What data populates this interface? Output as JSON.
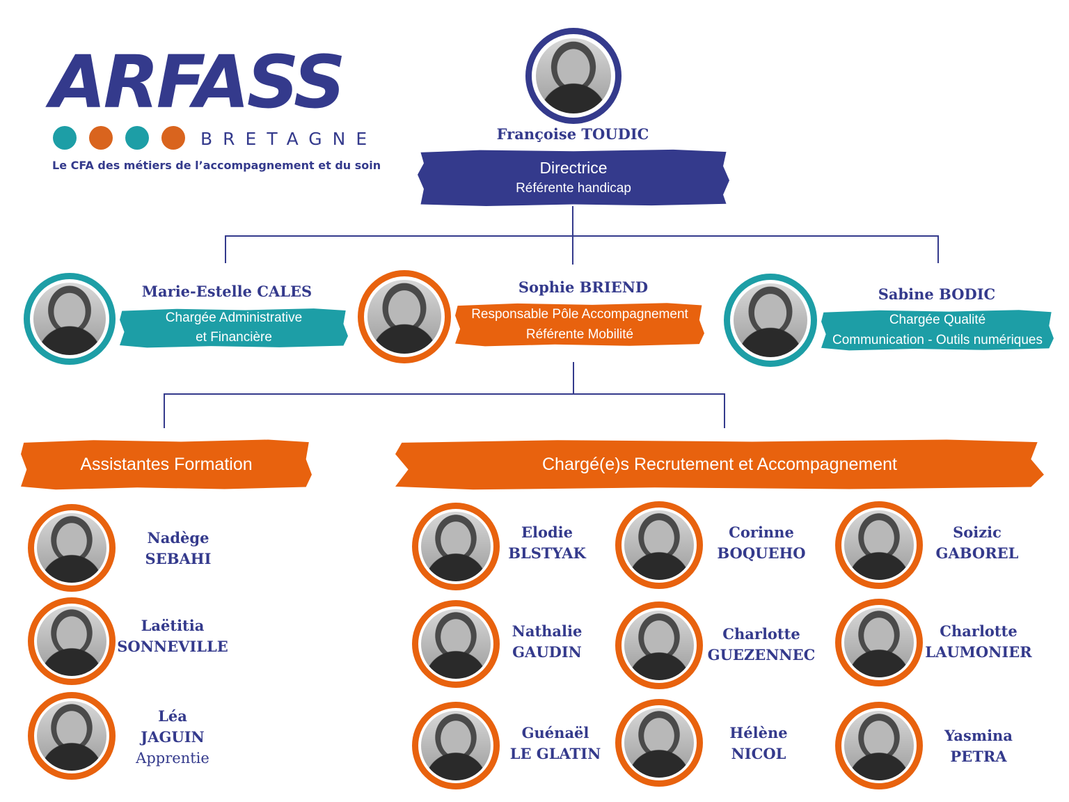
{
  "logo": {
    "word": "ARFASS",
    "region": "BRETAGNE",
    "tagline": "Le CFA des métiers de l’accompagnement et du soin",
    "dot_colors": [
      "#1d9ea6",
      "#d9641e",
      "#1d9ea6",
      "#d9641e"
    ]
  },
  "colors": {
    "navy": "#343a8c",
    "teal": "#1d9ea6",
    "orange": "#e8620e"
  },
  "director": {
    "name": "Françoise TOUDIC",
    "role": "Directrice",
    "role2": "Référente handicap"
  },
  "managers": [
    {
      "name": "Marie-Estelle CALES",
      "line1": "Chargée Administrative",
      "line2": "et Financière"
    },
    {
      "name": "Sophie BRIEND",
      "line1": "Responsable Pôle Accompagnement",
      "line2": "Référente Mobilité"
    },
    {
      "name": "Sabine BODIC",
      "line1": "Chargée Qualité",
      "line2": "Communication - Outils numériques"
    }
  ],
  "teams": {
    "assistantes": {
      "title": "Assistantes Formation",
      "members": [
        {
          "first": "Nadège",
          "last": "SEBAHI"
        },
        {
          "first": "Laëtitia",
          "last": "SONNEVILLE"
        },
        {
          "first": "Léa",
          "last": "JAGUIN",
          "note": "Apprentie"
        }
      ]
    },
    "recrutement": {
      "title": "Chargé(e)s Recrutement et Accompagnement",
      "members": [
        {
          "first": "Elodie",
          "last": "BLSTYAK"
        },
        {
          "first": "Corinne",
          "last": "BOQUEHO"
        },
        {
          "first": "Soizic",
          "last": "GABOREL"
        },
        {
          "first": "Nathalie",
          "last": "GAUDIN"
        },
        {
          "first": "Charlotte",
          "last": "GUEZENNEC"
        },
        {
          "first": "Charlotte",
          "last": "LAUMONIER"
        },
        {
          "first": "Guénaël",
          "last": "LE GLATIN"
        },
        {
          "first": "Hélène",
          "last": "NICOL"
        },
        {
          "first": "Yasmina",
          "last": "PETRA"
        }
      ]
    }
  }
}
